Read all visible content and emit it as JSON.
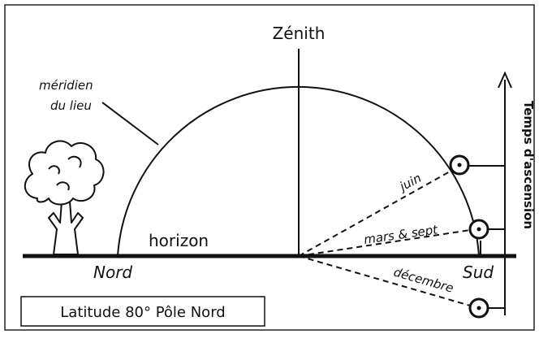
{
  "diagram": {
    "zenith_label": "Zénith",
    "meridian_label_line1": "méridien",
    "meridian_label_line2": "du lieu",
    "horizon_label": "horizon",
    "north_label": "Nord",
    "south_label": "Sud",
    "axis_label": "Temps d'ascension",
    "caption": "Latitude 80° Pôle Nord",
    "sun_positions": [
      {
        "label": "juin"
      },
      {
        "label": "mars & sept"
      },
      {
        "label": "décembre"
      }
    ],
    "tree_icon": "tree-icon",
    "sun_icon": "sun-icon",
    "colors": {
      "ink": "#111111",
      "background": "#ffffff"
    }
  }
}
